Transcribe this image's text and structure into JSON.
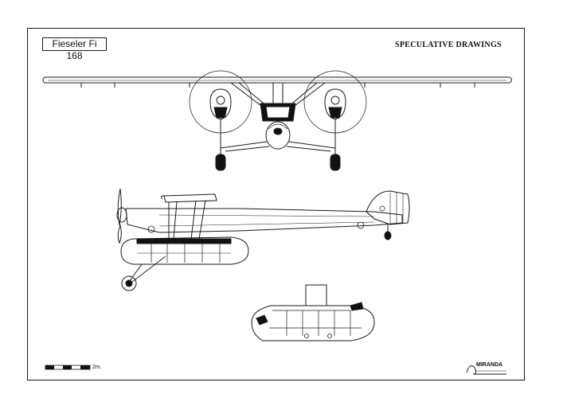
{
  "title": "Fieseler Fi 168",
  "subtitle": "SPECULATIVE DRAWINGS",
  "scale_label": "2m.",
  "signature": "MIRANDA"
}
